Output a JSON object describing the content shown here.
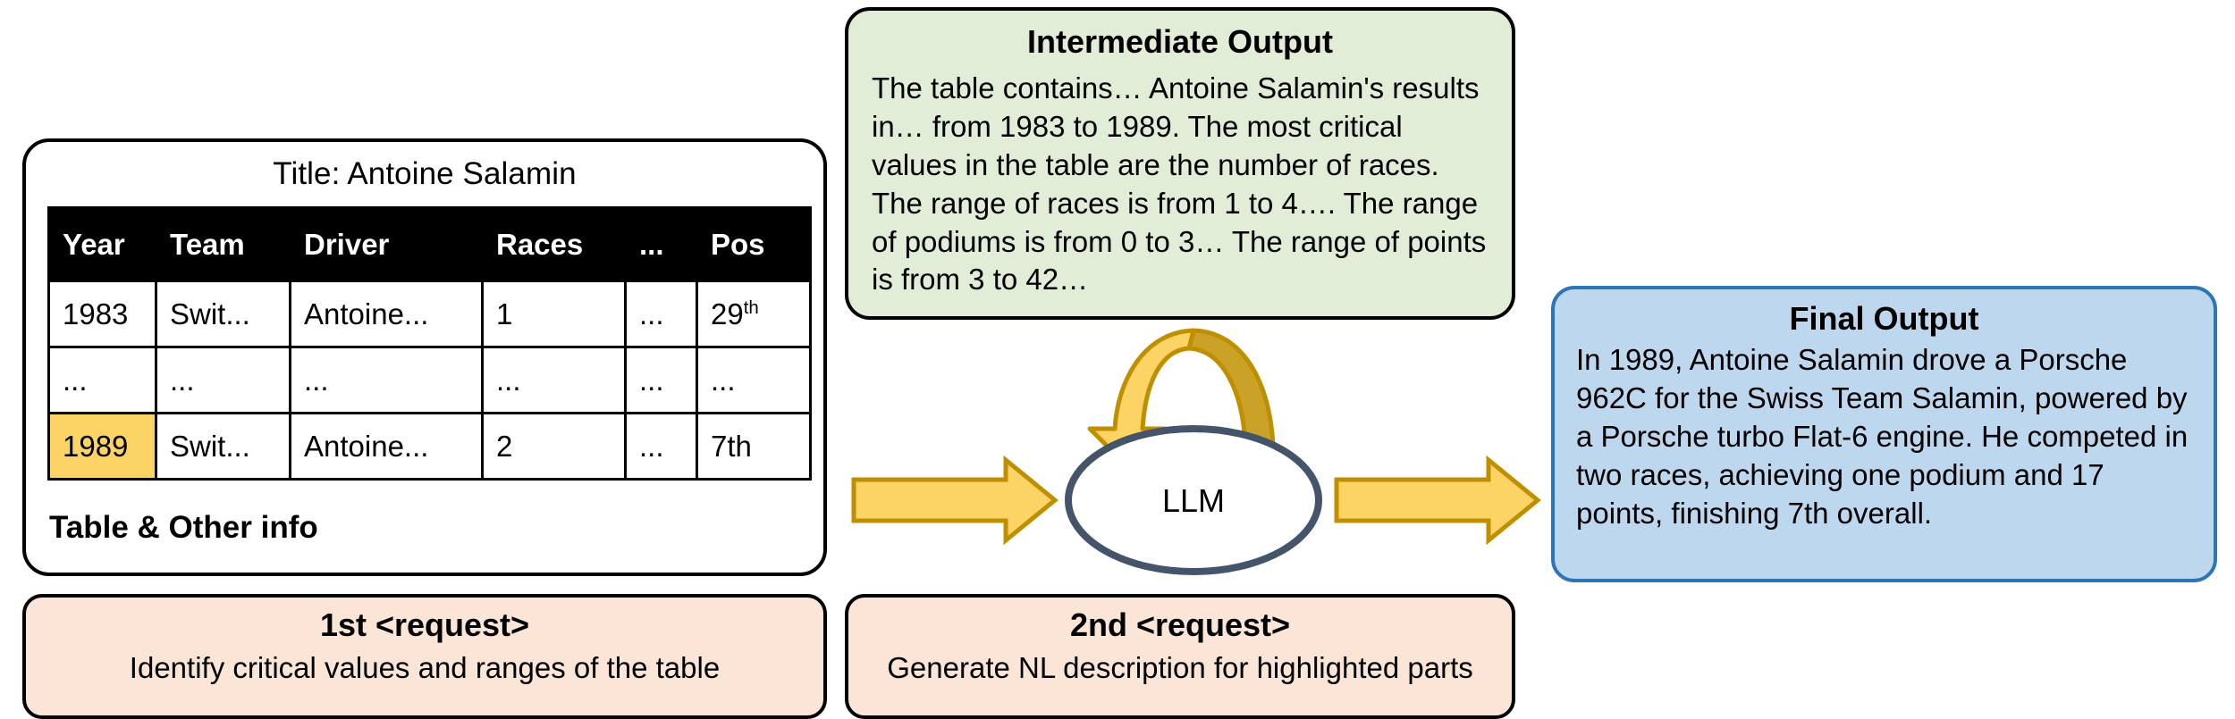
{
  "diagram": {
    "title_hidden": "LLM two-step table-to-text pipeline"
  },
  "table_card": {
    "title": "Title: Antoine Salamin",
    "footnote": "Table & Other info",
    "columns": [
      "Year",
      "Team",
      "Driver",
      "Races",
      "...",
      "Pos"
    ],
    "rows": [
      {
        "cells": [
          "1983",
          "Swit...",
          "Antoine...",
          "1",
          "...",
          "29"
        ],
        "pos_suffix": "th",
        "highlight": []
      },
      {
        "cells": [
          "...",
          "...",
          "...",
          "...",
          "...",
          "..."
        ],
        "pos_suffix": "",
        "highlight": []
      },
      {
        "cells": [
          "1989",
          "Swit...",
          "Antoine...",
          "2",
          "...",
          "7th"
        ],
        "pos_suffix": "",
        "highlight": [
          "Year"
        ]
      }
    ],
    "highlight_color": "#FBD465"
  },
  "intermediate_output": {
    "title": "Intermediate Output",
    "body": "The table contains… Antoine Salamin's results in… from 1983 to 1989. The most critical values in the table are the number of races. The range of races is from 1 to 4…. The range of podiums is from 0 to 3… The range of points is from 3 to 42…",
    "fill_color": "#E2EDD8",
    "border_color": "#000000"
  },
  "final_output": {
    "title": "Final Output",
    "body": "In 1989, Antoine Salamin drove a Porsche 962C for the Swiss Team Salamin, powered by a Porsche turbo Flat-6 engine. He competed in two races, achieving one podium and 17 points, finishing 7th overall.",
    "fill_color": "#BDD7EE",
    "border_color": "#2E75B6"
  },
  "llm_node": {
    "label": "LLM",
    "border_color": "#44546A",
    "fill_color": "#FFFFFF"
  },
  "requests": [
    {
      "title": "1st <request>",
      "subtitle": "Identify critical values and ranges of the table",
      "fill_color": "#FAE5D6"
    },
    {
      "title": "2nd <request>",
      "subtitle": "Generate NL description for highlighted parts",
      "fill_color": "#FAE5D6"
    }
  ],
  "arrows": {
    "fill_color": "#FBD465",
    "dark_fill_color": "#C9A227",
    "stroke_color": "#BF8F00",
    "left_arrow_name": "table-to-llm-arrow",
    "right_arrow_name": "llm-to-final-arrow",
    "loop_arrow_name": "llm-self-loop-arrow"
  }
}
